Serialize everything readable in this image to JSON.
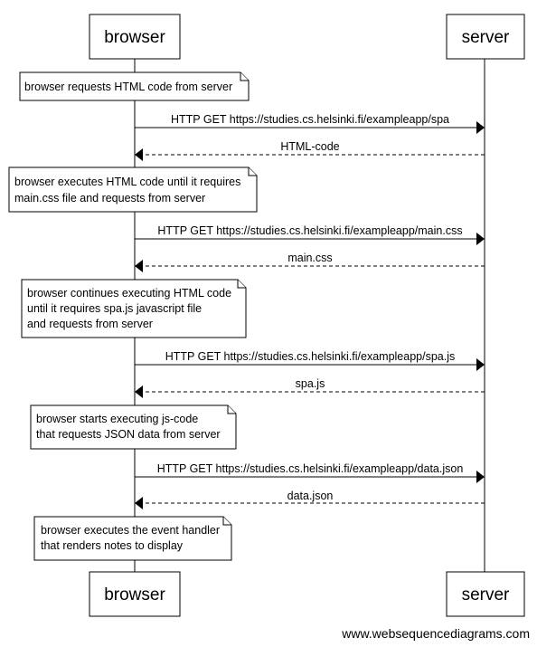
{
  "participants": {
    "browser": "browser",
    "server": "server"
  },
  "steps": [
    {
      "kind": "note",
      "lines": [
        "browser requests HTML code from server"
      ]
    },
    {
      "kind": "message",
      "style": "solid",
      "label": "HTTP GET https://studies.cs.helsinki.fi/exampleapp/spa"
    },
    {
      "kind": "message",
      "style": "dashed",
      "label": "HTML-code"
    },
    {
      "kind": "note",
      "lines": [
        "browser executes HTML code until it requires",
        "main.css file and requests from server"
      ]
    },
    {
      "kind": "message",
      "style": "solid",
      "label": "HTTP GET https://studies.cs.helsinki.fi/exampleapp/main.css"
    },
    {
      "kind": "message",
      "style": "dashed",
      "label": "main.css"
    },
    {
      "kind": "note",
      "lines": [
        "browser continues executing HTML code",
        "until it requires spa.js javascript file",
        "and requests from server"
      ]
    },
    {
      "kind": "message",
      "style": "solid",
      "label": "HTTP GET https://studies.cs.helsinki.fi/exampleapp/spa.js"
    },
    {
      "kind": "message",
      "style": "dashed",
      "label": "spa.js"
    },
    {
      "kind": "note",
      "lines": [
        "browser starts executing js-code",
        "that requests JSON data from server"
      ]
    },
    {
      "kind": "message",
      "style": "solid",
      "label": "HTTP GET https://studies.cs.helsinki.fi/exampleapp/data.json"
    },
    {
      "kind": "message",
      "style": "dashed",
      "label": "data.json"
    },
    {
      "kind": "note",
      "lines": [
        "browser executes the event handler",
        "that renders notes to display"
      ]
    }
  ],
  "watermark": "www.websequencediagrams.com"
}
